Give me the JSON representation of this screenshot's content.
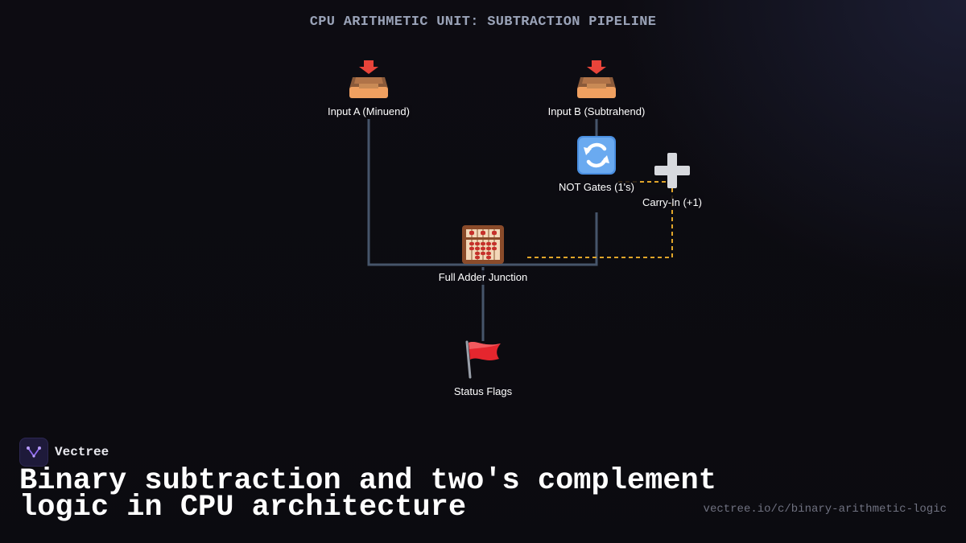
{
  "diagram": {
    "title": "CPU ARITHMETIC UNIT: SUBTRACTION PIPELINE",
    "nodes": {
      "input_a": {
        "label": "Input A (Minuend)",
        "icon": "inbox-tray-icon"
      },
      "input_b": {
        "label": "Input B (Subtrahend)",
        "icon": "inbox-tray-icon"
      },
      "not_gates": {
        "label": "NOT Gates (1's)",
        "icon": "counterclockwise-arrows-icon"
      },
      "carry_in": {
        "label": "Carry-In (+1)",
        "icon": "plus-icon"
      },
      "full_adder": {
        "label": "Full Adder Junction",
        "icon": "abacus-icon"
      },
      "status_flags": {
        "label": "Status Flags",
        "icon": "red-flag-icon"
      }
    },
    "colors": {
      "solid_wire": "#46556a",
      "dashed_wire": "#e0a52a",
      "title": "#9aa3b8"
    }
  },
  "footer": {
    "brand_name": "Vectree",
    "headline": "Binary subtraction and two's complement logic in CPU architecture",
    "url": "vectree.io/c/binary-arithmetic-logic"
  }
}
